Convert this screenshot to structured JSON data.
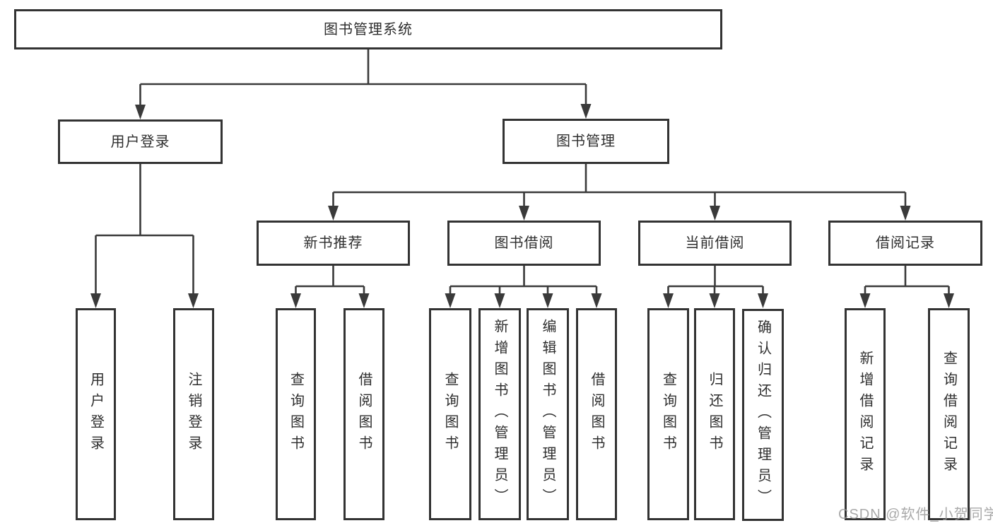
{
  "diagram": {
    "root": "图书管理系统",
    "level2": {
      "login": "用户登录",
      "mgmt": "图书管理"
    },
    "level3": {
      "newbook": "新书推荐",
      "borrow": "图书借阅",
      "current": "当前借阅",
      "records": "借阅记录"
    },
    "leaves": {
      "login": [
        "用户登录",
        "注销登录"
      ],
      "newbook": [
        "查询图书",
        "借阅图书"
      ],
      "borrow": [
        "查询图书",
        "新增图书（管理员）",
        "编辑图书（管理员）",
        "借阅图书"
      ],
      "current": [
        "查询图书",
        "归还图书",
        "确认归还（管理员）"
      ],
      "records": [
        "新增借阅记录",
        "查询借阅记录"
      ]
    }
  },
  "watermark": "CSDN @软件_小贺同学",
  "colors": {
    "line": "#3a3a3a",
    "box_border": "#333333",
    "text": "#2e2e2e",
    "background": "#ffffff",
    "watermark": "#969696"
  }
}
